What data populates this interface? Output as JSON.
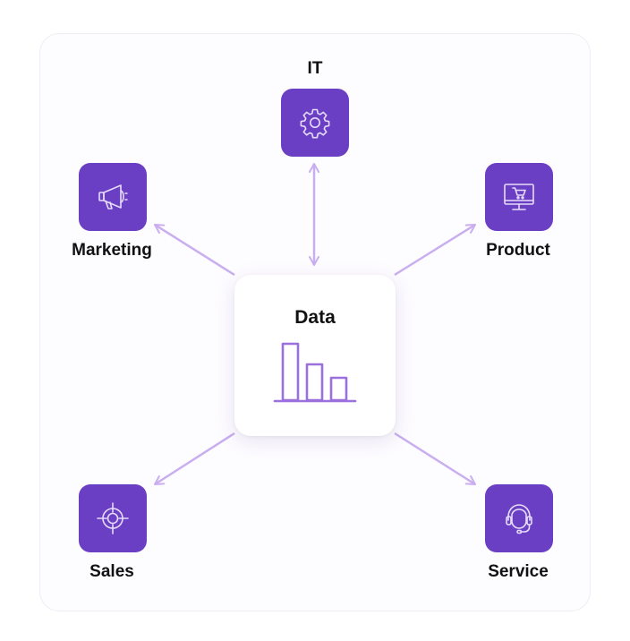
{
  "center": {
    "title": "Data",
    "icon": "bar-chart-icon"
  },
  "nodes": [
    {
      "id": "it",
      "label": "IT",
      "icon": "gear-icon"
    },
    {
      "id": "marketing",
      "label": "Marketing",
      "icon": "megaphone-icon"
    },
    {
      "id": "product",
      "label": "Product",
      "icon": "monitor-cart-icon"
    },
    {
      "id": "sales",
      "label": "Sales",
      "icon": "target-icon"
    },
    {
      "id": "service",
      "label": "Service",
      "icon": "headset-icon"
    }
  ],
  "colors": {
    "tile": "#6a3fc4",
    "arrow": "#c9aef0",
    "chart": "#9b6fdc",
    "icon_stroke": "#e6dcfa"
  }
}
